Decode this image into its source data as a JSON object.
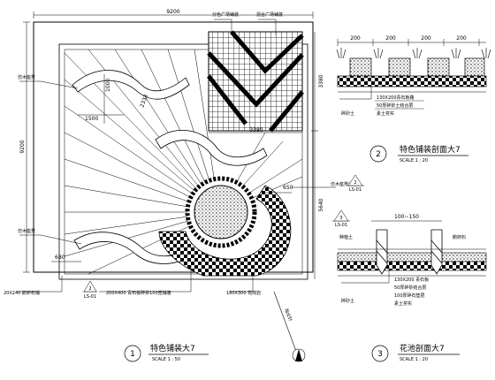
{
  "plan": {
    "dim_top": "9200",
    "dim_left": "9200",
    "dim_right_upper": "3380",
    "dim_right_lower": "5640",
    "dim_inner_top": "3380",
    "dim_2333": "2333",
    "dim_1500": "1500",
    "dim_1000": "1000",
    "dim_650": "650",
    "dim_680": "680",
    "label_left_upper": "仿木座凳",
    "label_left_lower": "仿木座凳",
    "label_top_1": "分色广场铺装",
    "label_top_2": "混合广场铺装",
    "label_right": "仿木座凳详见",
    "label_b1": "20X240 鹅卵石铺",
    "label_b2": "200X400 青石板碎拼100宽铺装",
    "label_b3": "180X300 花岗岩",
    "label_north": "指北针",
    "callout_a_top": "2",
    "callout_a_bottom": "LS-01",
    "callout_b_top": "2",
    "callout_b_bottom": "LS-01",
    "callout_c_top": "3",
    "callout_c_bottom": "LS-01",
    "title": "特色铺装大7",
    "title_num": "1",
    "scale": "SCALE        1 : 50"
  },
  "section2": {
    "dim_a": "200",
    "dim_b": "200",
    "dim_c": "200",
    "dim_d": "200",
    "note1": "130X200青石板路",
    "note2": "50厚碎砂土结合层",
    "note3": "素土夯实",
    "note_left": "碎砂土",
    "title": "特色铺装剖面大7",
    "num": "2",
    "scale": "SCALE        1 : 20"
  },
  "section3": {
    "dim_top": "100~150",
    "label_left": "种植土",
    "label_right": "鹅卵石",
    "note1": "130X200 青石板",
    "note2": "50厚碎砂结合层",
    "note3": "100厚碎石垫层",
    "note4": "素土夯实",
    "note_left": "碎砂土",
    "title": "花池剖面大7",
    "num": "3",
    "scale": "SCALE        1 : 20"
  }
}
